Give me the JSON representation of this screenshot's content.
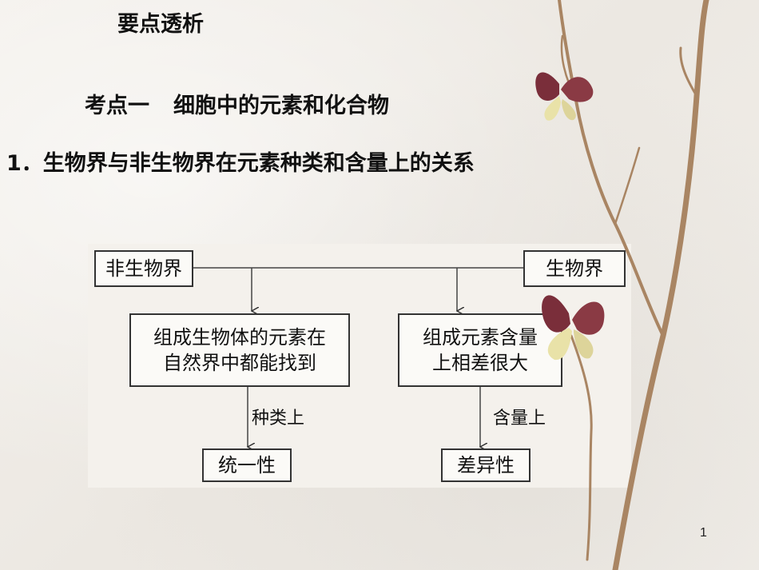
{
  "header": {
    "title": "要点透析",
    "subtitle_number": "考点一",
    "subtitle_text": "细胞中的元素和化合物",
    "point": "1．生物界与非生物界在元素种类和含量上的关系"
  },
  "diagram": {
    "left_root": "非生物界",
    "right_root": "生物界",
    "left_box_line1": "组成生物体的元素在",
    "left_box_line2": "自然界中都能找到",
    "right_box_line1": "组成元素含量",
    "right_box_line2": "上相差很大",
    "left_edge_label": "种类上",
    "right_edge_label": "含量上",
    "left_result": "统一性",
    "right_result": "差异性"
  },
  "footer": {
    "page_number": "1"
  },
  "colors": {
    "branch": "#a98563",
    "butterfly_dark": "#7a2e3a",
    "butterfly_light": "#e9e2a8"
  }
}
